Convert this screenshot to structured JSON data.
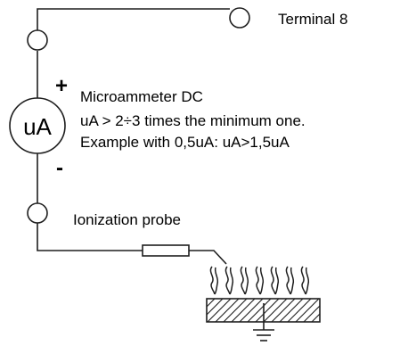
{
  "labels": {
    "terminal": "Terminal 8",
    "meter_symbol": "uA",
    "plus": "+",
    "minus": "-",
    "meter_title": "Microammeter  DC",
    "meter_note_1": "uA > 2÷3 times the minimum one.",
    "meter_note_2": "Example with 0,5uA: uA>1,5uA",
    "probe": "Ionization probe"
  },
  "icons": {
    "flame": "flame-icon",
    "ground": "ground-icon"
  },
  "colors": {
    "line": "#1e1e1e",
    "text": "#000000",
    "background": "#ffffff"
  }
}
